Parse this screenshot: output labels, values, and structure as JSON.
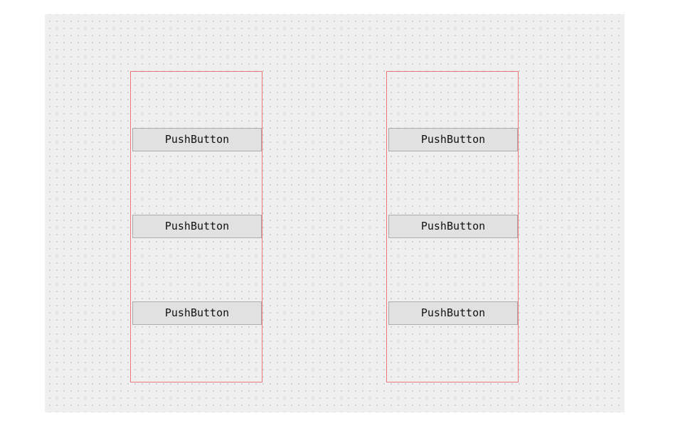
{
  "form": {
    "left_layout": {
      "buttons": [
        {
          "label": "PushButton"
        },
        {
          "label": "PushButton"
        },
        {
          "label": "PushButton"
        }
      ]
    },
    "right_layout": {
      "buttons": [
        {
          "label": "PushButton"
        },
        {
          "label": "PushButton"
        },
        {
          "label": "PushButton"
        }
      ]
    }
  },
  "colors": {
    "canvas_background": "#efefef",
    "grid_dot": "#a9a9a9",
    "layout_border": "#e8787a",
    "button_background": "#e1e1e1",
    "button_border": "#adadad"
  }
}
